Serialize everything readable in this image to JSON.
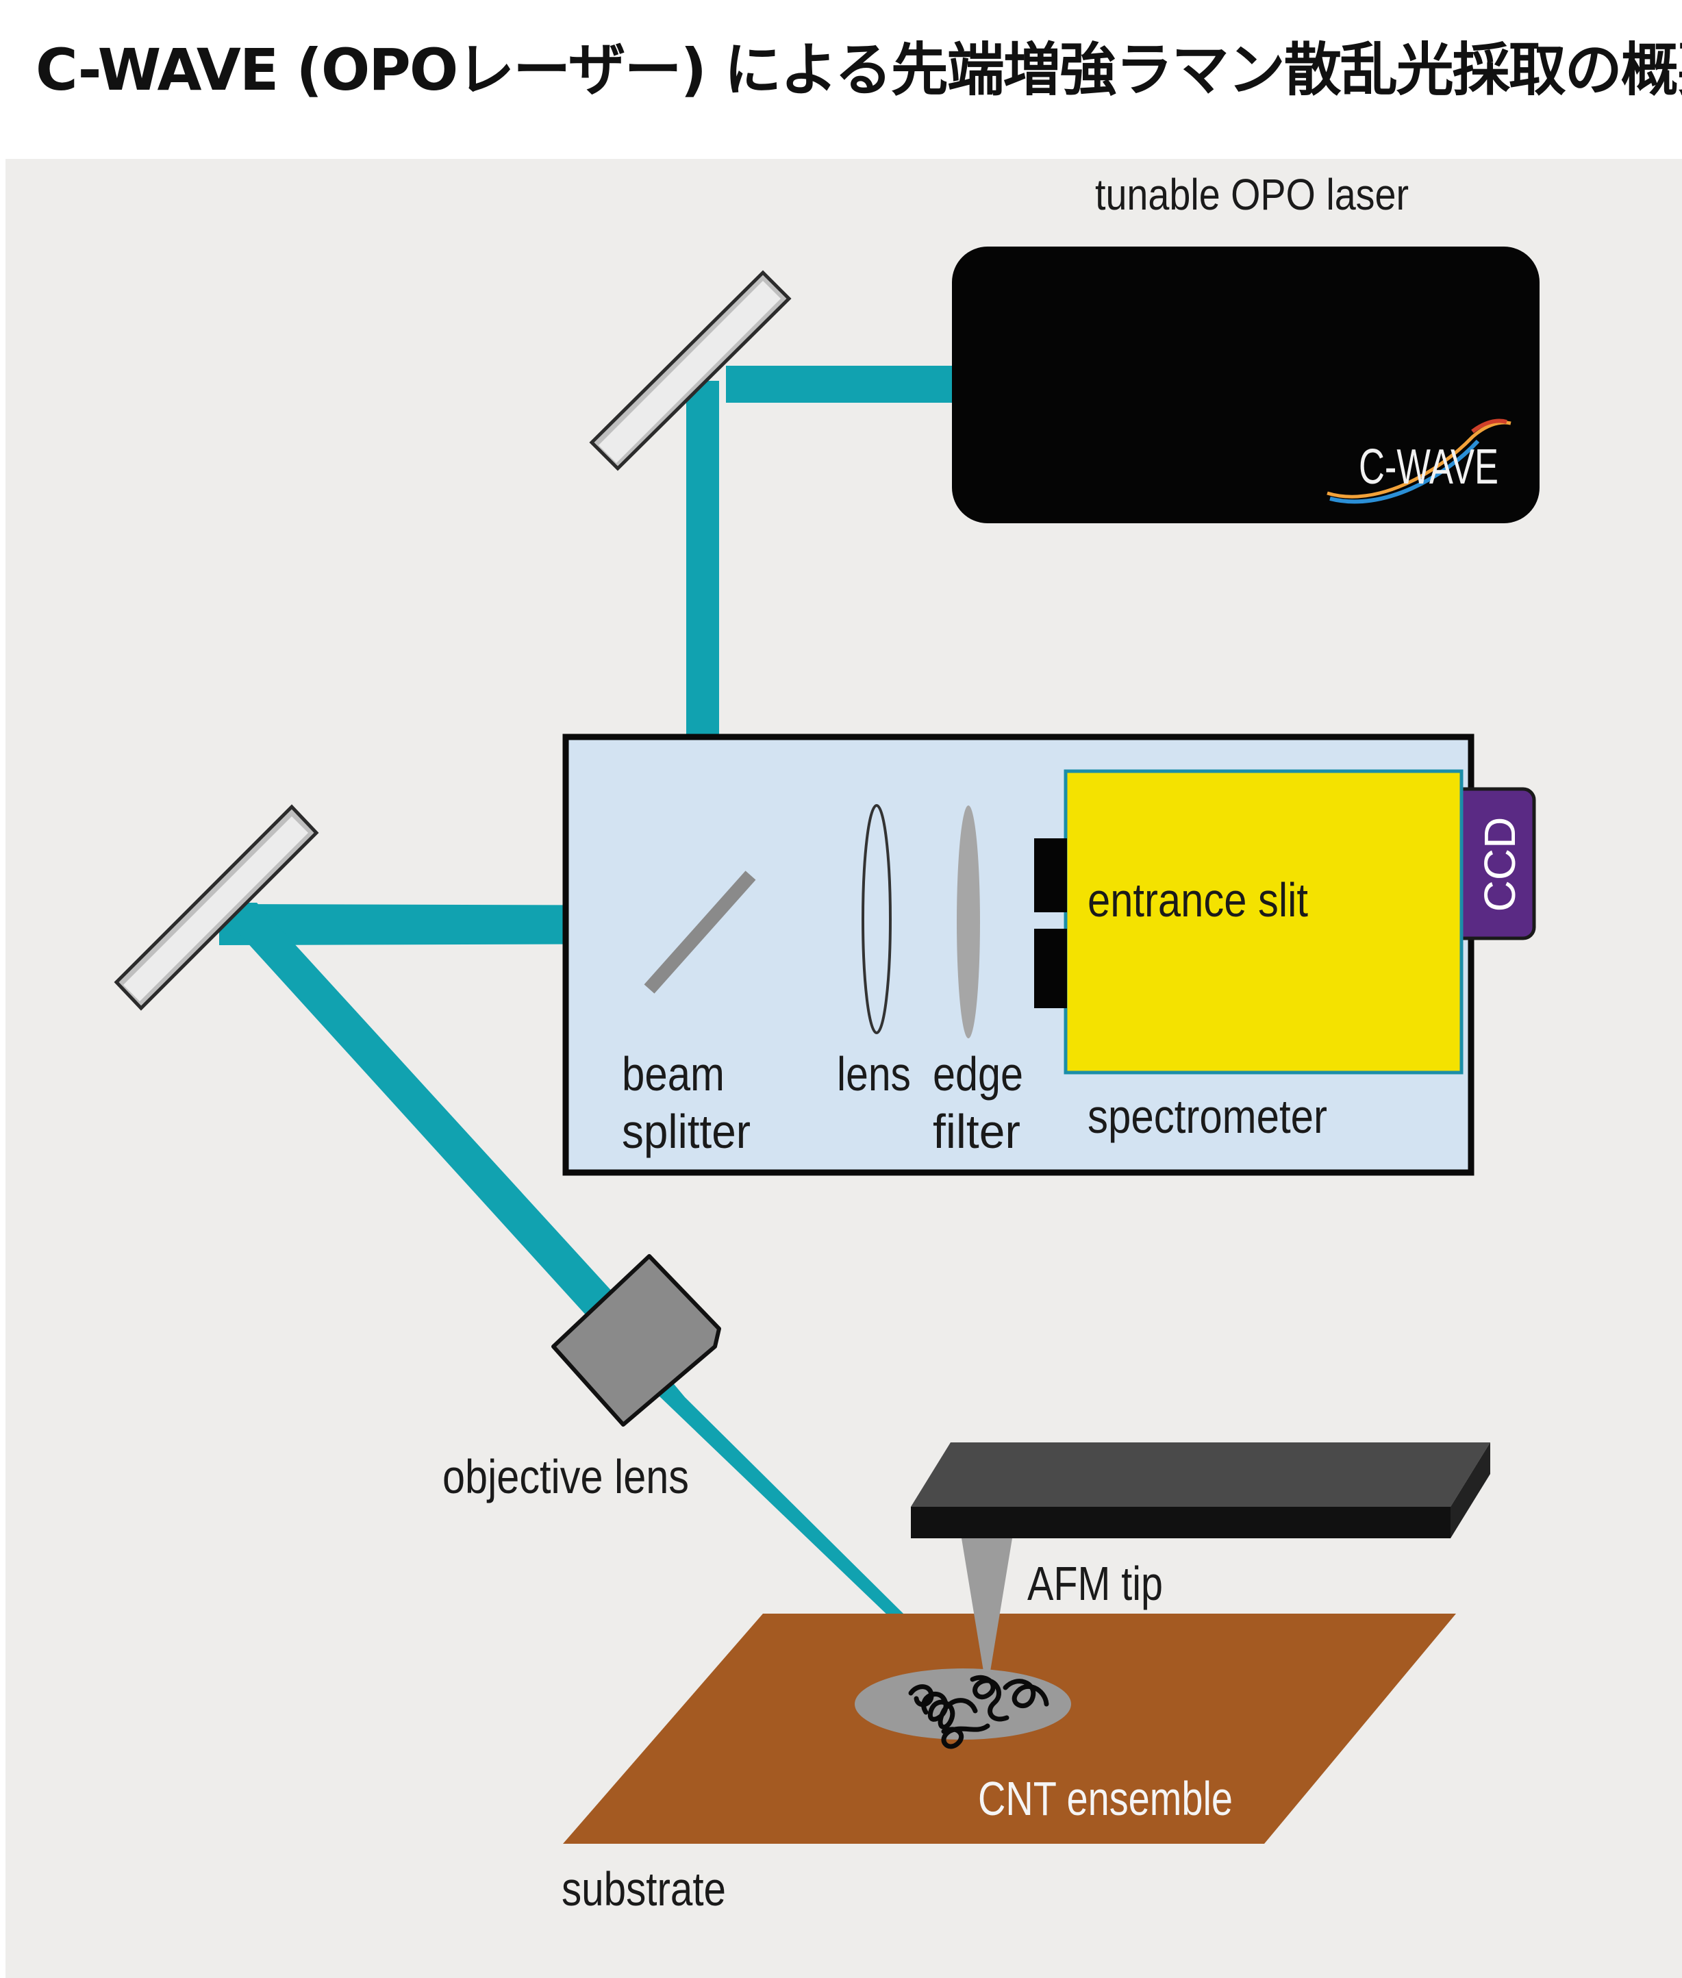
{
  "title": "C-WAVE (OPOレーザー) による先端増強ラマン散乱光採取の概要",
  "labels": {
    "laser": "tunable OPO laser",
    "brand": "C-WAVE",
    "ccd": "CCD",
    "entrance_slit": "entrance slit",
    "beam_splitter_1": "beam",
    "beam_splitter_2": "splitter",
    "lens": "lens",
    "edge_filter_1": "edge",
    "edge_filter_2": "filter",
    "spectrometer": "spectrometer",
    "objective_lens": "objective lens",
    "afm_tip": "AFM tip",
    "cnt_ensemble": "CNT ensemble",
    "substrate": "substrate"
  },
  "colors": {
    "beam": "#11a2b0",
    "panel": "#eeedeb",
    "spectrometer_box": "#d3e3f2",
    "spectrometer_inner": "#f4e200",
    "ccd": "#5a2a84",
    "substrate": "#a45a22",
    "laser_body": "#050505"
  }
}
